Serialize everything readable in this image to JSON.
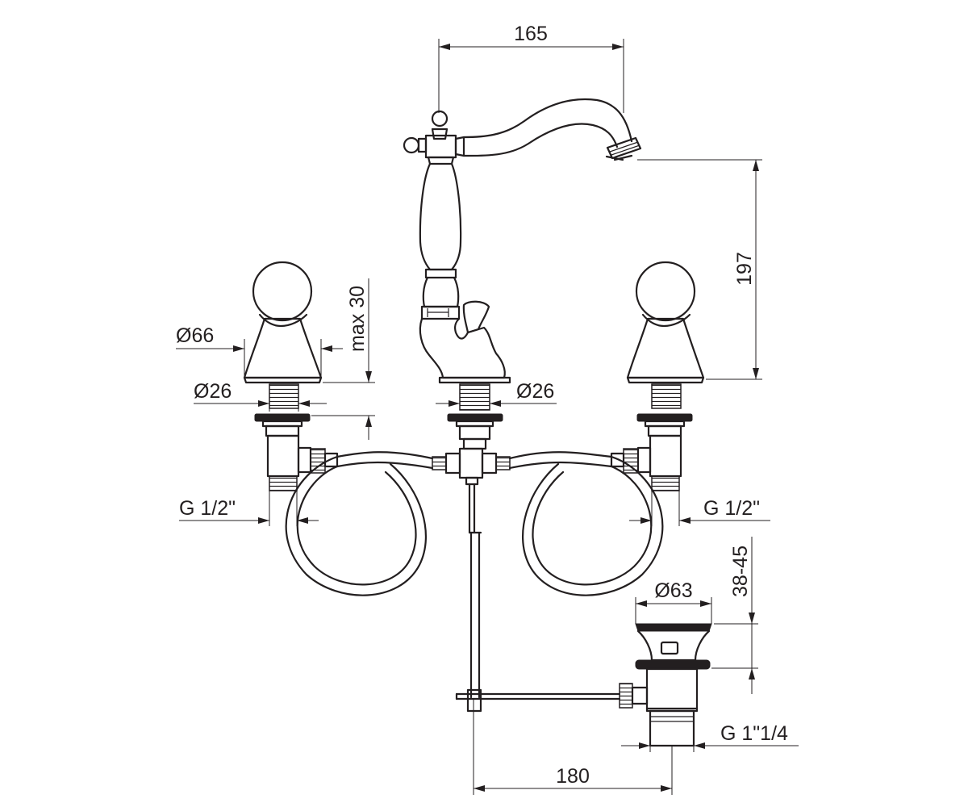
{
  "colors": {
    "line": "#231f20",
    "background": "#ffffff"
  },
  "dimensions": {
    "spout_reach": "165",
    "spout_height": "197",
    "max_deck": "max 30",
    "handle_base_diameter": "Ø66",
    "shank_diameter_left": "Ø26",
    "shank_diameter_center": "Ø26",
    "inlet_thread_left": "G 1/2\"",
    "inlet_thread_right": "G 1/2\"",
    "drain_range": "38-45",
    "drain_diameter": "Ø63",
    "drain_thread": "G 1\"1/4",
    "center_distance": "180"
  }
}
